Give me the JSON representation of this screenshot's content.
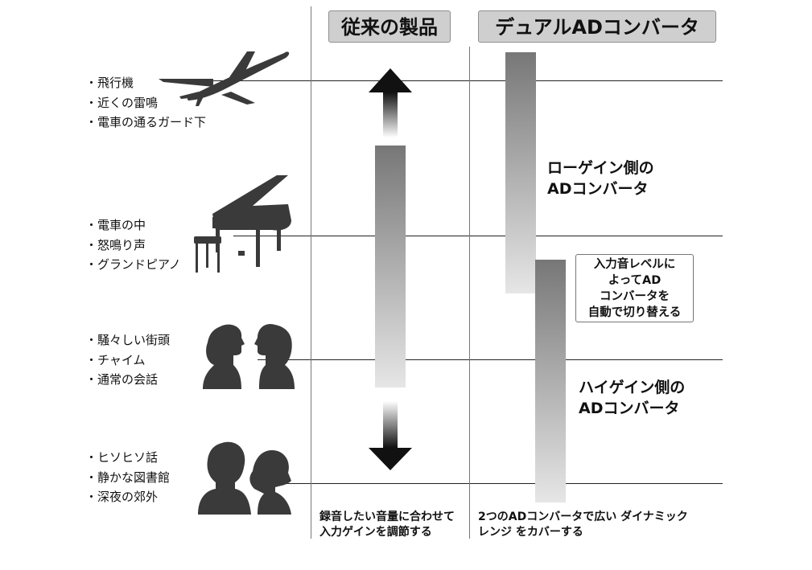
{
  "headers": {
    "conventional": "従来の製品",
    "dual": "デュアルADコンバータ"
  },
  "groups": [
    {
      "icon": "airplane-icon",
      "items": [
        "・飛行機",
        "・近くの雷鳴",
        "・電車の通るガード下"
      ]
    },
    {
      "icon": "grand-piano-icon",
      "items": [
        "・電車の中",
        "・怒鳴り声",
        "・グランドピアノ"
      ]
    },
    {
      "icon": "conversation-silhouettes-icon",
      "items": [
        "・騒々しい街頭",
        "・チャイム",
        "・通常の会話"
      ]
    },
    {
      "icon": "whisper-silhouettes-icon",
      "items": [
        "・ヒソヒソ話",
        "・静かな図書館",
        "・深夜の郊外"
      ]
    }
  ],
  "labels": {
    "low_gain": [
      "ローゲイン側の",
      "ADコンバータ"
    ],
    "high_gain": [
      "ハイゲイン側の",
      "ADコンバータ"
    ],
    "switch_box": [
      "入力音レベルに",
      "よってAD",
      "コンバータを",
      "自動で切り替える"
    ]
  },
  "notes": {
    "conventional": [
      "録音したい音量に合わせて",
      "入力ゲインを調節する"
    ],
    "dual": [
      "2つのADコンバータで広い ダイナミック",
      "レンジ をカバーする"
    ]
  }
}
